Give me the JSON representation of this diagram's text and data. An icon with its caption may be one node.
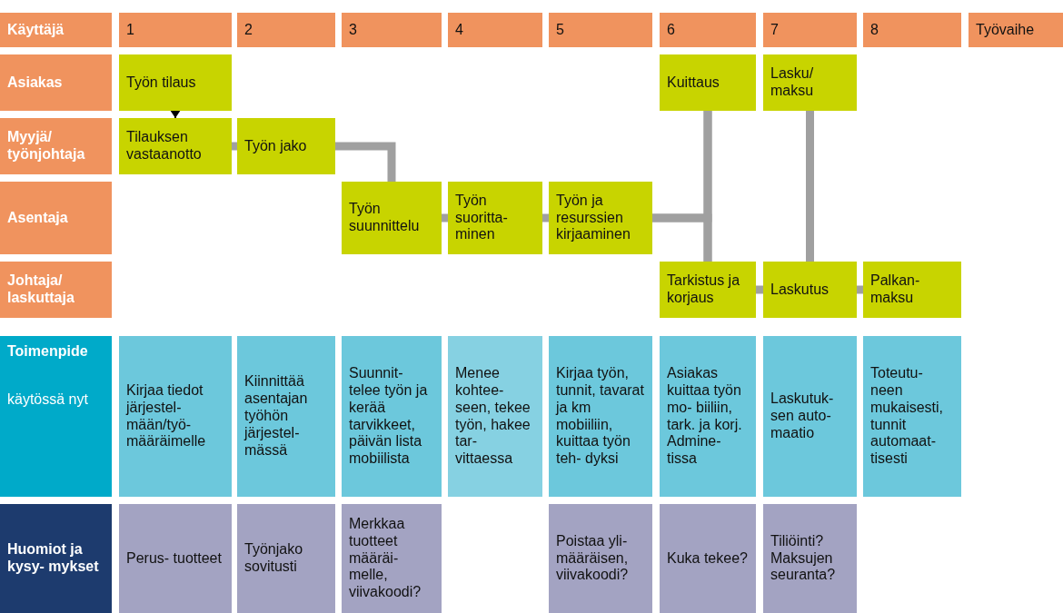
{
  "diagram": {
    "nodes": [
      {
        "text": [
          "Käyttäjä"
        ]
      },
      {
        "text": [
          "1"
        ]
      },
      {
        "text": [
          "2"
        ]
      },
      {
        "text": [
          "3"
        ]
      },
      {
        "text": [
          "4"
        ]
      },
      {
        "text": [
          "5"
        ]
      },
      {
        "text": [
          "6"
        ]
      },
      {
        "text": [
          "7"
        ]
      },
      {
        "text": [
          "8"
        ]
      },
      {
        "text": [
          "Työvaihe"
        ]
      },
      {
        "text": [
          "Asiakas"
        ]
      },
      {
        "text": [
          "Myyjä/ työnjohtaja"
        ]
      },
      {
        "text": [
          "Asentaja"
        ]
      },
      {
        "text": [
          "Johtaja/ laskuttaja"
        ]
      },
      {
        "text": [
          "Toimenpide",
          "käytössä nyt"
        ]
      },
      {
        "text": [
          "Huomiot ja kysy- mykset"
        ]
      },
      {
        "text": [
          "Työn tilaus"
        ]
      },
      {
        "text": [
          "Kuittaus"
        ]
      },
      {
        "text": [
          "Lasku/ maksu"
        ]
      },
      {
        "text": [
          "Tilauksen vastaanotto"
        ]
      },
      {
        "text": [
          "Työn jako"
        ]
      },
      {
        "text": [
          "Työn suunnittelu"
        ]
      },
      {
        "text": [
          "Työn suoritta- minen"
        ]
      },
      {
        "text": [
          "Työn ja resurssien kirjaaminen"
        ]
      },
      {
        "text": [
          "Tarkistus ja korjaus"
        ]
      },
      {
        "text": [
          "Laskutus"
        ]
      },
      {
        "text": [
          "Palkan- maksu"
        ]
      },
      {
        "text": [
          "Kirjaa tiedot järjestel- mään/työ- määräimelle"
        ]
      },
      {
        "text": [
          "Kiinnittää asentajan työhön järjestel- mässä"
        ]
      },
      {
        "text": [
          "Suunnit- telee työn ja kerää tarvikkeet, päivän lista mobiilista"
        ]
      },
      {
        "text": [
          "Menee kohtee- seen, tekee työn, hakee tar- vittaessa"
        ]
      },
      {
        "text": [
          "Kirjaa työn, tunnit, tavarat ja km mobiiliin, kuittaa työn teh- dyksi"
        ]
      },
      {
        "text": [
          "Asiakas kuittaa työn mo- biiliin, tark. ja korj. Admine- tissa"
        ]
      },
      {
        "text": [
          "Laskutuk- sen auto- maatio"
        ]
      },
      {
        "text": [
          "Toteutu- neen mukaisesti, tunnit automaat- tisesti"
        ]
      },
      {
        "text": [
          "Perus- tuotteet"
        ]
      },
      {
        "text": [
          "Työnjako sovitusti"
        ]
      },
      {
        "text": [
          "Merkkaa tuotteet määräi- melle, viivakoodi?"
        ]
      },
      {
        "text": [
          "Poistaa yli- määräisen, viivakoodi?"
        ]
      },
      {
        "text": [
          "Kuka tekee?"
        ]
      },
      {
        "text": [
          "Tiliöinti? Maksujen seuranta?"
        ]
      }
    ],
    "edges": [
      {
        "from": 16,
        "to": 19,
        "arrow": "to",
        "color": "#000000"
      },
      {
        "from": 19,
        "to": 20,
        "arrow": "none"
      },
      {
        "from": 20,
        "to": 21,
        "arrow": "none"
      },
      {
        "from": 21,
        "to": 22,
        "arrow": "none"
      },
      {
        "from": 22,
        "to": 23,
        "arrow": "none"
      },
      {
        "from": 23,
        "to": 17,
        "arrow": "none"
      },
      {
        "from": 23,
        "to": 24,
        "arrow": "none"
      },
      {
        "from": 17,
        "to": 24,
        "arrow": "none"
      },
      {
        "from": 18,
        "to": 25,
        "arrow": "none"
      },
      {
        "from": 24,
        "to": 25,
        "arrow": "none"
      },
      {
        "from": 25,
        "to": 26,
        "arrow": "none"
      }
    ]
  }
}
